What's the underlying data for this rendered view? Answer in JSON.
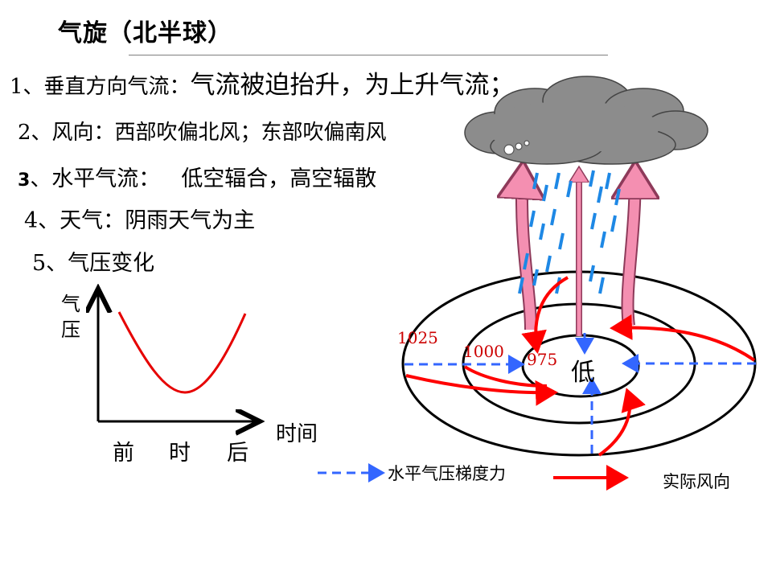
{
  "title": "气旋（北半球）",
  "items": [
    {
      "label": "1、垂直方向气流：",
      "value": "气流被迫抬升，为上升气流；"
    },
    {
      "label": "2、风向：",
      "value": "西部吹偏北风；东部吹偏南风"
    },
    {
      "num": "3",
      "label": "、水平气流：",
      "value": "低空辐合，高空辐散"
    },
    {
      "label": "4、天气：",
      "value": "阴雨天气为主"
    },
    {
      "label": "5、气压变化",
      "value": ""
    }
  ],
  "graph": {
    "y_axis": [
      "气",
      "压"
    ],
    "x_label": "时间",
    "ticks": [
      "前",
      "时",
      "后"
    ]
  },
  "diagram": {
    "center_label": "低",
    "isobars": [
      "1025",
      "1000",
      "975"
    ],
    "legend": {
      "gradient_force": "水平气压梯度力",
      "actual_wind": "实际风向"
    }
  },
  "colors": {
    "wind": "#ff0000",
    "isobar_label": "#cc0000",
    "gradient_force": "#3366ff",
    "rising_air": "#f48fb1",
    "rain": "#1e88e5",
    "cloud": "#8c8c8c"
  }
}
